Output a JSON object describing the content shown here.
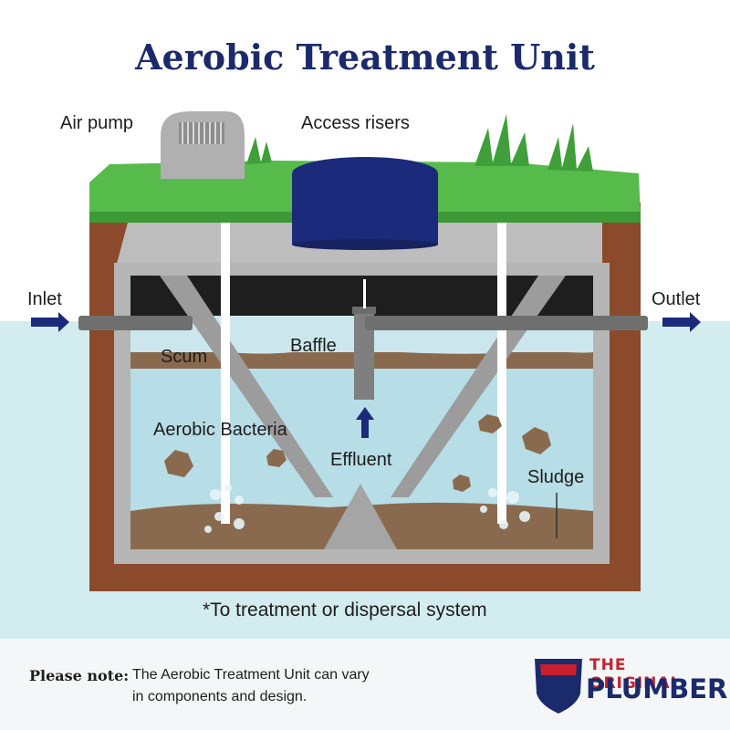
{
  "title": "Aerobic Treatment Unit",
  "labels": {
    "air_pump": "Air pump",
    "access_risers": "Access risers",
    "inlet": "Inlet",
    "outlet": "Outlet",
    "scum": "Scum",
    "baffle": "Baffle",
    "aerobic_bacteria": "Aerobic Bacteria",
    "effluent": "Effluent",
    "sludge": "Sludge"
  },
  "footer_note": "*To treatment or dispersal system",
  "note": {
    "heading": "Please note",
    "body_line1": "The Aerobic Treatment Unit can vary",
    "body_line2": "in components and design."
  },
  "logo": {
    "line1": "THE ORIGINAL",
    "line2": "PLUMBER"
  },
  "colors": {
    "title": "#1b2a6b",
    "grass": "#4fb748",
    "soil": "#8b4a2b",
    "water": "#bfe3ea",
    "concrete": "#b9b9b9",
    "riser": "#1b2a7a",
    "logo_red": "#c8202f"
  }
}
